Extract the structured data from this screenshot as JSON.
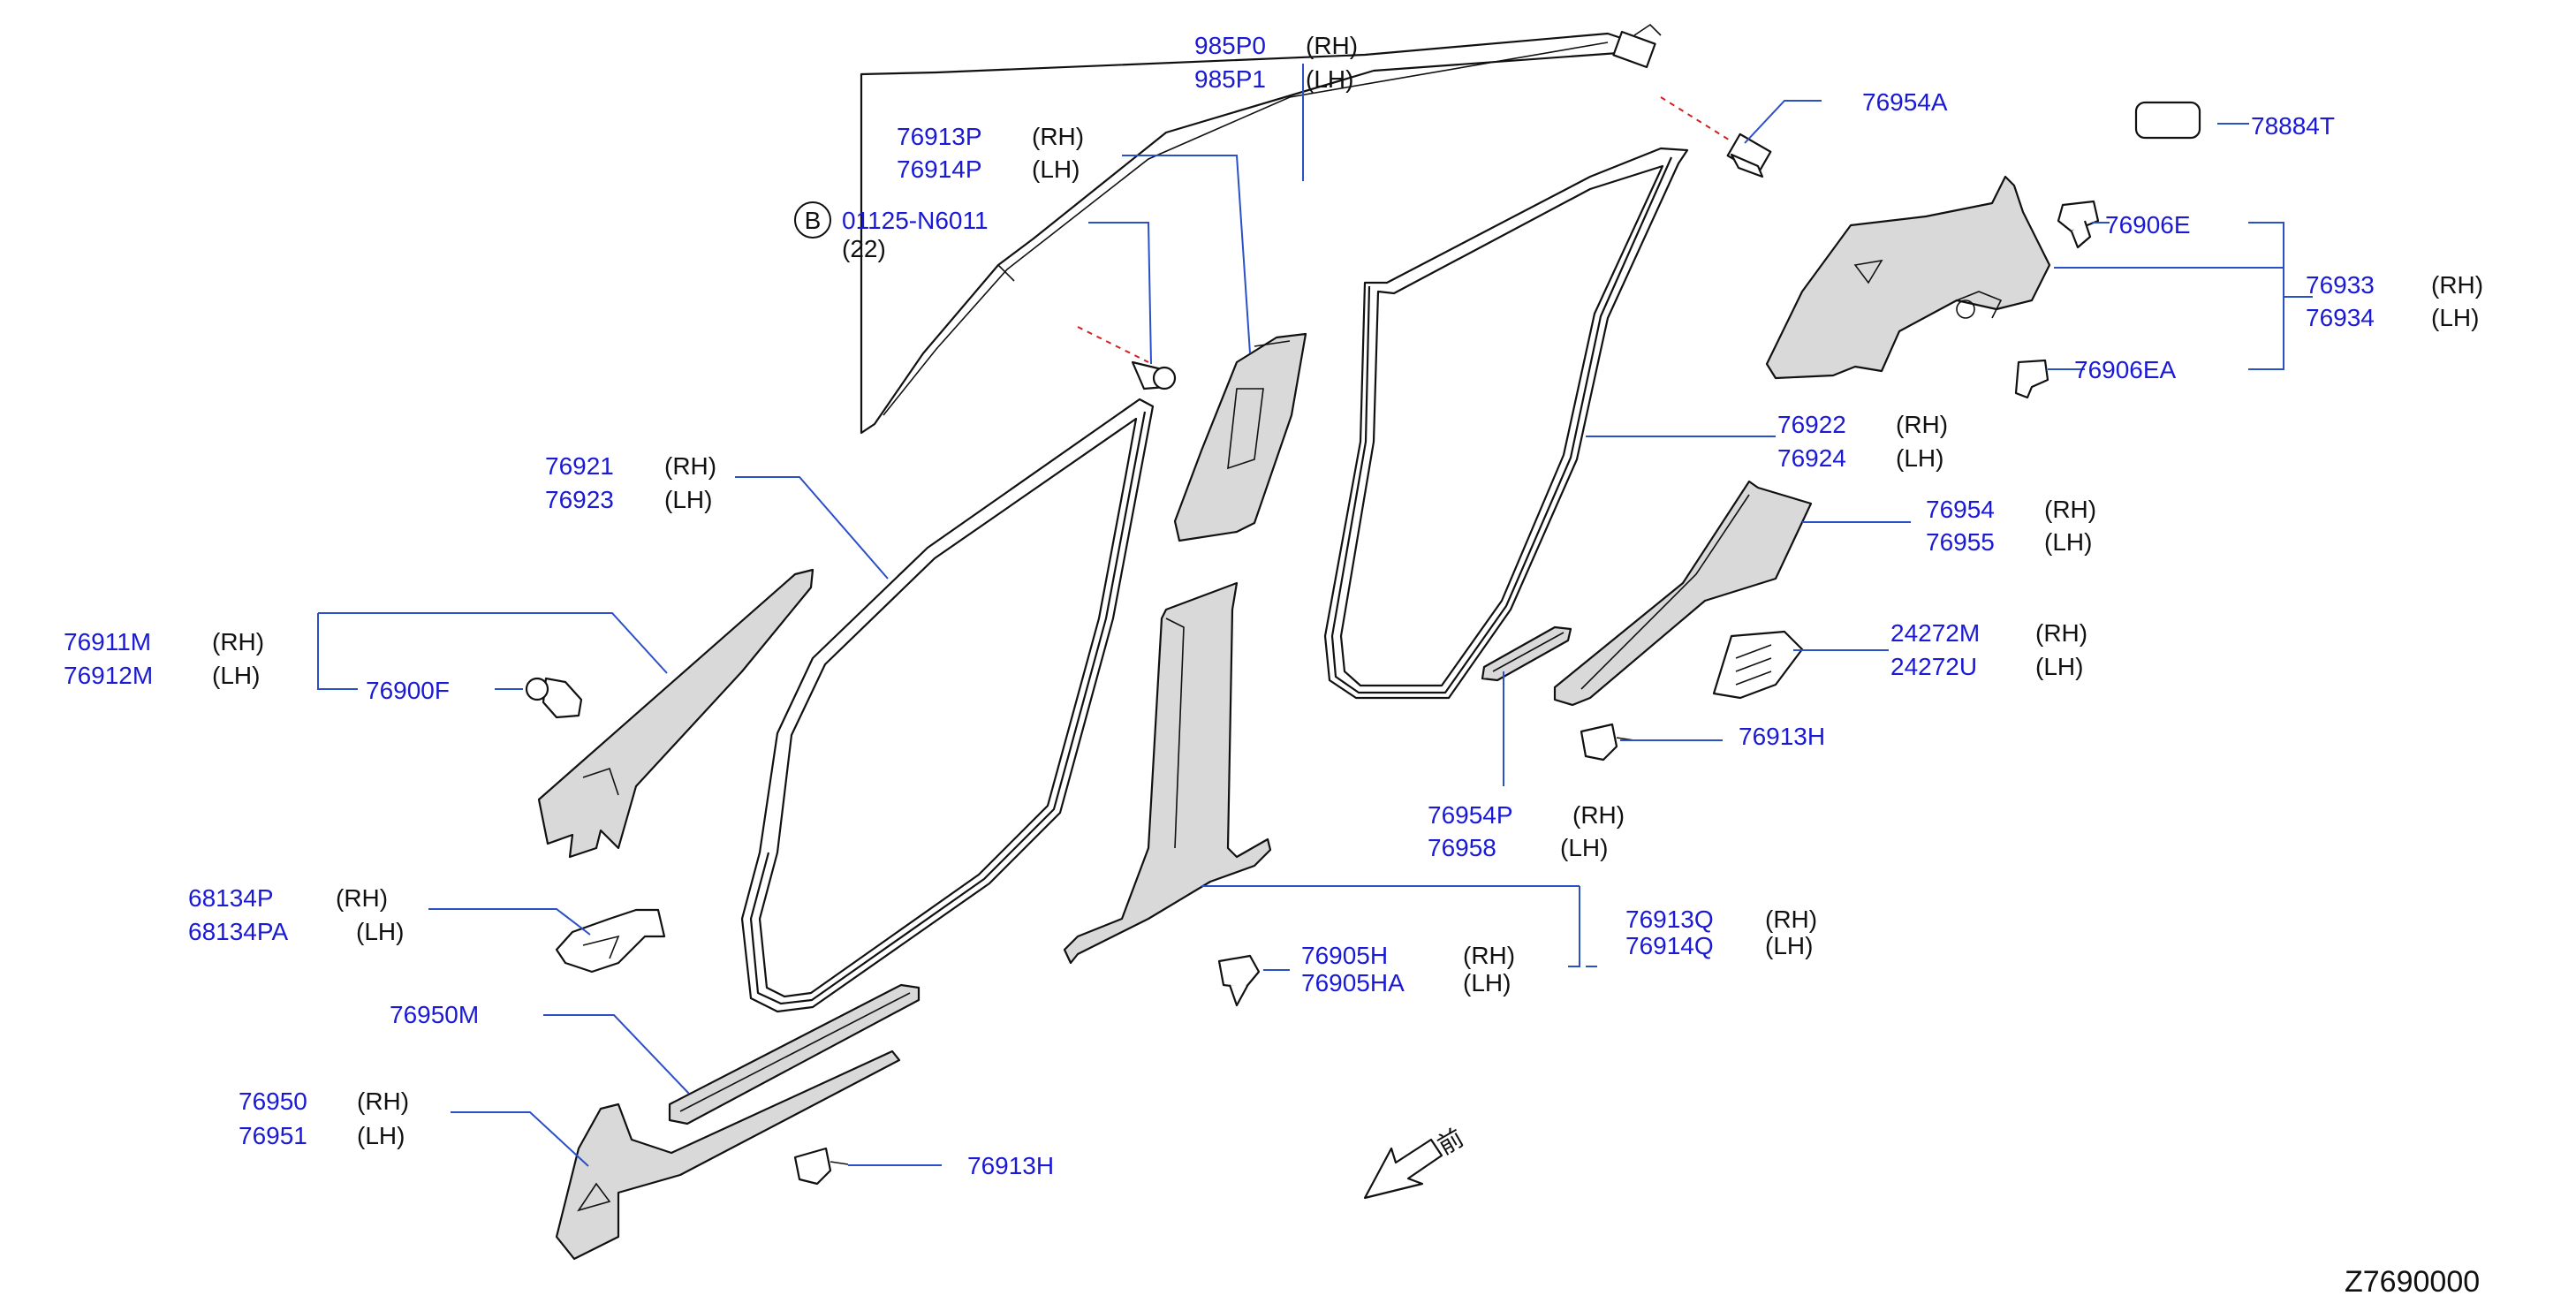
{
  "labels": {
    "l985P0": "985P0",
    "l985P0_side": "(RH)",
    "l985P1": "985P1",
    "l985P1_side": "(LH)",
    "l76954A": "76954A",
    "l78884T": "78884T",
    "l76913P": "76913P",
    "l76913P_side": "(RH)",
    "l76914P": "76914P",
    "l76914P_side": "(LH)",
    "bolt_badge": "B",
    "l01125": "01125-N6011",
    "l01125_qty": "(22)",
    "l76906E": "76906E",
    "l76933": "76933",
    "l76933_side": "(RH)",
    "l76934": "76934",
    "l76934_side": "(LH)",
    "l76906EA": "76906EA",
    "l76922": "76922",
    "l76922_side": "(RH)",
    "l76924": "76924",
    "l76924_side": "(LH)",
    "l76921": "76921",
    "l76921_side": "(RH)",
    "l76923": "76923",
    "l76923_side": "(LH)",
    "l76954": "76954",
    "l76954_side": "(RH)",
    "l76955": "76955",
    "l76955_side": "(LH)",
    "l76911M": "76911M",
    "l76911M_side": "(RH)",
    "l76912M": "76912M",
    "l76912M_side": "(LH)",
    "l76900F": "76900F",
    "l24272M": "24272M",
    "l24272M_side": "(RH)",
    "l24272U": "24272U",
    "l24272U_side": "(LH)",
    "l76913H_upper": "76913H",
    "l76954P": "76954P",
    "l76954P_side": "(RH)",
    "l76958": "76958",
    "l76958_side": "(LH)",
    "l68134P": "68134P",
    "l68134P_side": "(RH)",
    "l68134PA": "68134PA",
    "l68134PA_side": "(LH)",
    "l76913Q": "76913Q",
    "l76913Q_side": "(RH)",
    "l76914Q": "76914Q",
    "l76914Q_side": "(LH)",
    "l76905H": "76905H",
    "l76905H_side": "(RH)",
    "l76905HA": "76905HA",
    "l76905HA_side": "(LH)",
    "l76950M": "76950M",
    "l76950": "76950",
    "l76950_side": "(RH)",
    "l76951": "76951",
    "l76951_side": "(LH)",
    "l76913H_lower": "76913H",
    "front_glyph": "前",
    "diagram_code": "Z7690000"
  },
  "colors": {
    "part_number": "#1a1ad6",
    "text": "#111111",
    "leader": "#2b4fc7",
    "dashed_hint": "#d02020",
    "part_fill": "#d9d9d9"
  },
  "icons": [
    "bolt-icon",
    "clip-icon",
    "front-direction-arrow-icon",
    "blank-label-icon"
  ]
}
